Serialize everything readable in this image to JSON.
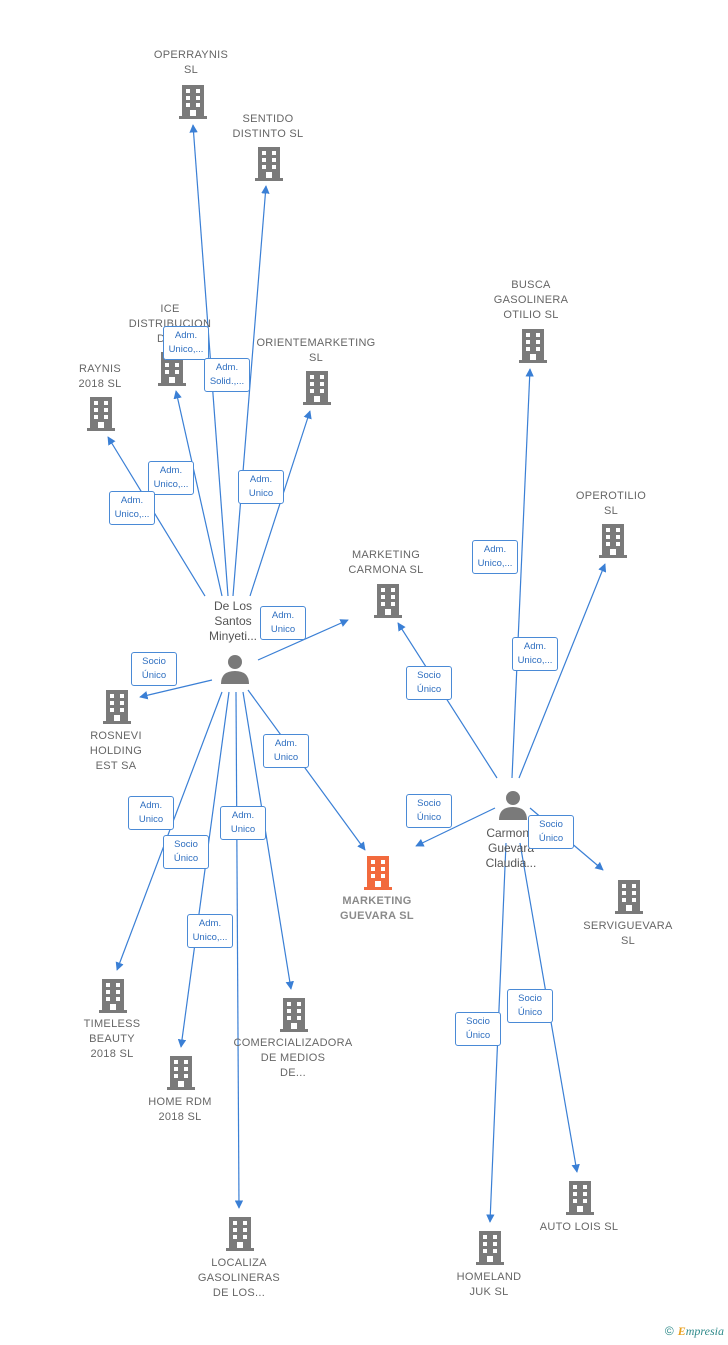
{
  "colors": {
    "company": "#7a7a7a",
    "focus": "#f26a3d",
    "person": "#7a7a7a",
    "edge": "#3a7fd5",
    "badge_text": "#2f6fc0"
  },
  "companies": [
    {
      "id": "operraynis",
      "lines": [
        "OPERRAYNIS",
        "SL"
      ]
    },
    {
      "id": "sentido",
      "lines": [
        "SENTIDO",
        "DISTINTO  SL"
      ]
    },
    {
      "id": "ice",
      "lines": [
        "ICE",
        "DISTRIBUCION",
        "DE..."
      ]
    },
    {
      "id": "orientemarketing",
      "lines": [
        "ORIENTEMARKETING",
        "SL"
      ]
    },
    {
      "id": "raynis",
      "lines": [
        "RAYNIS",
        "2018  SL"
      ]
    },
    {
      "id": "busca",
      "lines": [
        "BUSCA",
        "GASOLINERA",
        "OTILIO  SL"
      ]
    },
    {
      "id": "operotilio",
      "lines": [
        "OPEROTILIO",
        "SL"
      ]
    },
    {
      "id": "mkt-carmona",
      "lines": [
        "MARKETING",
        "CARMONA  SL"
      ]
    },
    {
      "id": "rosnevi",
      "lines": [
        "ROSNEVI",
        "HOLDING",
        "EST SA"
      ]
    },
    {
      "id": "mkt-guevara",
      "lines": [
        "MARKETING",
        "GUEVARA  SL"
      ],
      "focus": true
    },
    {
      "id": "serviguevara",
      "lines": [
        "SERVIGUEVARA",
        "SL"
      ]
    },
    {
      "id": "timeless",
      "lines": [
        "TIMELESS",
        "BEAUTY",
        "2018  SL"
      ]
    },
    {
      "id": "comercializadora",
      "lines": [
        "COMERCIALIZADORA",
        "DE MEDIOS",
        "DE..."
      ]
    },
    {
      "id": "home-rdm",
      "lines": [
        "HOME RDM",
        "2018  SL"
      ]
    },
    {
      "id": "auto-lois",
      "lines": [
        "AUTO LOIS  SL"
      ]
    },
    {
      "id": "localiza",
      "lines": [
        "LOCALIZA",
        "GASOLINERAS",
        "DE LOS..."
      ]
    },
    {
      "id": "homeland",
      "lines": [
        "HOMELAND",
        "JUK  SL"
      ]
    }
  ],
  "persons": [
    {
      "id": "delossantos",
      "lines": [
        "De Los",
        "Santos",
        "Minyeti..."
      ]
    },
    {
      "id": "carmona",
      "lines": [
        "Carmona",
        "Guevara",
        "Claudia..."
      ]
    }
  ],
  "badges": [
    {
      "id": "b-ice",
      "lines": [
        "Adm.",
        "Unico,..."
      ]
    },
    {
      "id": "b-sentido",
      "lines": [
        "Adm.",
        "Solid.,..."
      ]
    },
    {
      "id": "b-operraynis",
      "lines": [
        "Adm.",
        "Unico,..."
      ]
    },
    {
      "id": "b-raynis",
      "lines": [
        "Adm.",
        "Unico,..."
      ]
    },
    {
      "id": "b-oriente",
      "lines": [
        "Adm.",
        "Unico"
      ]
    },
    {
      "id": "b-carmona-mkt",
      "lines": [
        "Adm.",
        "Unico"
      ]
    },
    {
      "id": "b-rosnevi",
      "lines": [
        "Socio",
        "Único"
      ]
    },
    {
      "id": "b-guevara",
      "lines": [
        "Adm.",
        "Unico"
      ]
    },
    {
      "id": "b-timeless",
      "lines": [
        "Adm.",
        "Unico"
      ]
    },
    {
      "id": "b-homerdm",
      "lines": [
        "Socio",
        "Único"
      ]
    },
    {
      "id": "b-comercializadora",
      "lines": [
        "Adm.",
        "Unico"
      ]
    },
    {
      "id": "b-localiza",
      "lines": [
        "Adm.",
        "Unico,..."
      ]
    },
    {
      "id": "b-busca",
      "lines": [
        "Adm.",
        "Unico,..."
      ]
    },
    {
      "id": "b-operotilio",
      "lines": [
        "Adm.",
        "Unico,..."
      ]
    },
    {
      "id": "b-mktcarmona2",
      "lines": [
        "Socio",
        "Único"
      ]
    },
    {
      "id": "b-guevara2",
      "lines": [
        "Socio",
        "Único"
      ]
    },
    {
      "id": "b-serviguevara",
      "lines": [
        "Socio",
        "Único"
      ]
    },
    {
      "id": "b-autolois",
      "lines": [
        "Socio",
        "Único"
      ]
    },
    {
      "id": "b-homeland",
      "lines": [
        "Socio",
        "Único"
      ]
    }
  ],
  "footer": {
    "copyright": "©",
    "brand_first": "E",
    "brand_rest": "mpresia"
  }
}
